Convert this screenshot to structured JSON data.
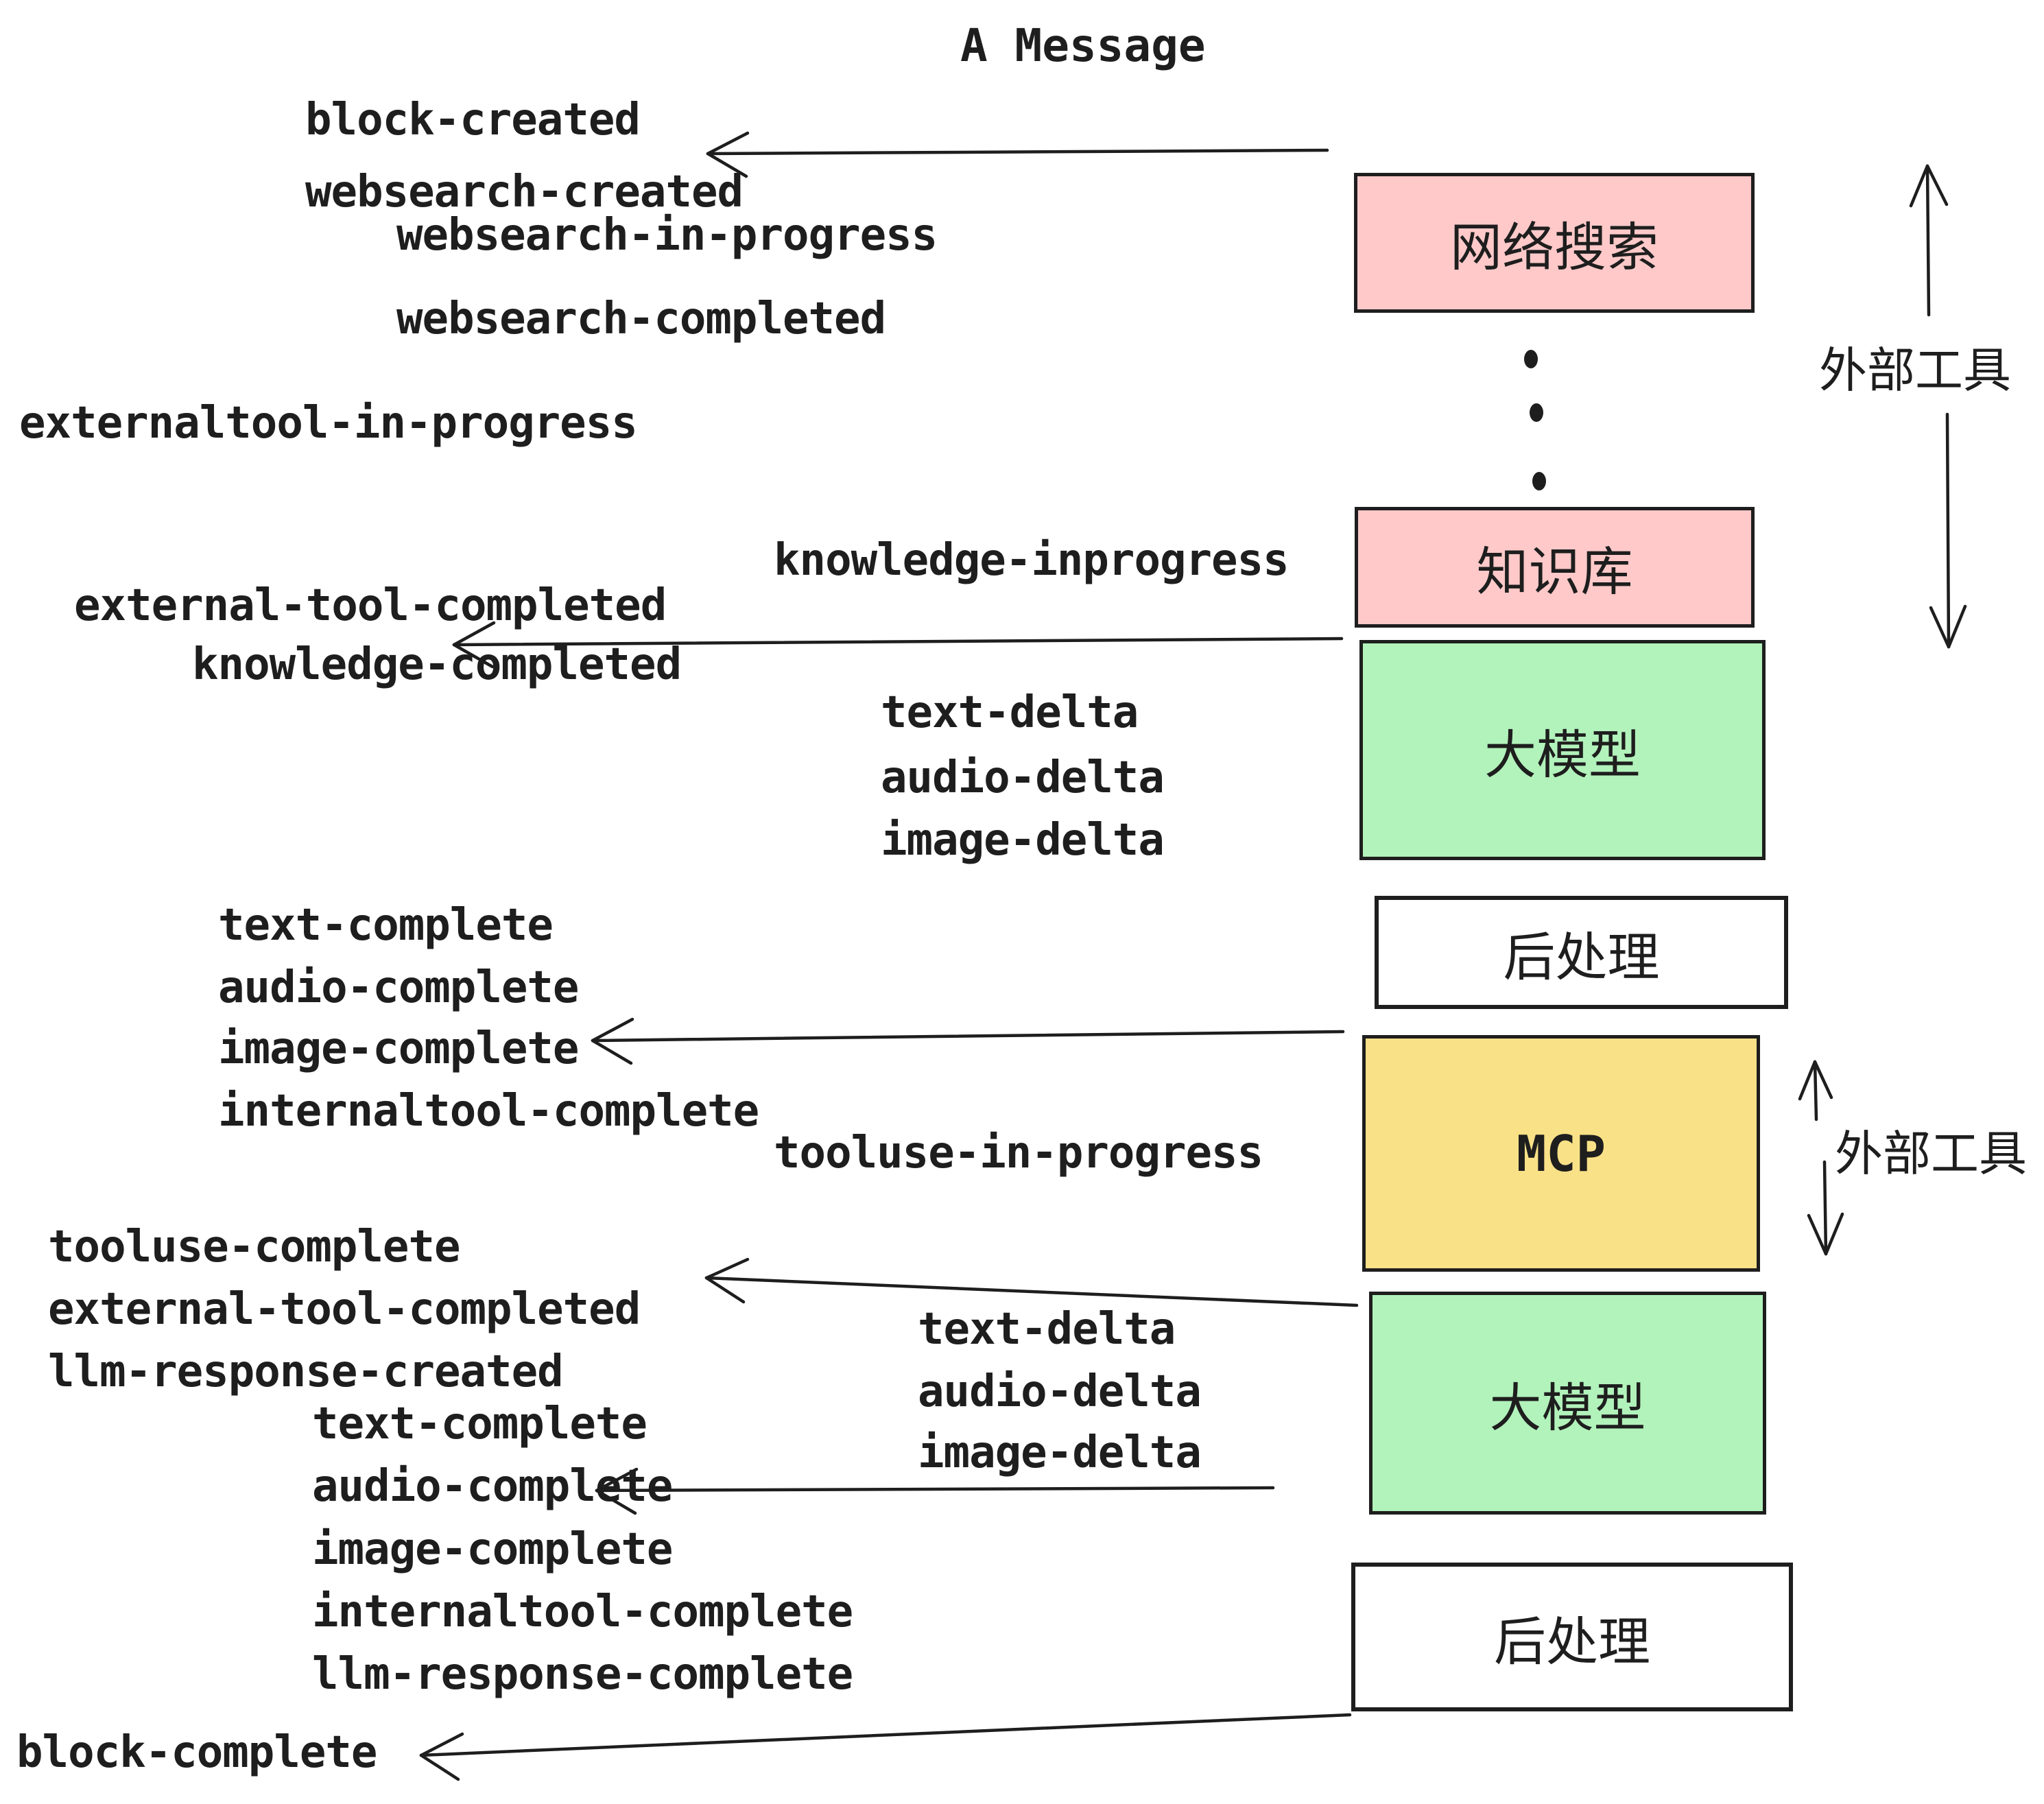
{
  "title": "A Message",
  "colors": {
    "pink": "#ffc9c9",
    "green": "#b2f2bb",
    "yellow": "#f9e187",
    "white": "#ffffff",
    "stroke": "#1e1e1e"
  },
  "boxes": [
    {
      "id": "websearch",
      "label": "网络搜索",
      "color": "pink"
    },
    {
      "id": "knowledge",
      "label": "知识库",
      "color": "pink"
    },
    {
      "id": "llm-1",
      "label": "大模型",
      "color": "green"
    },
    {
      "id": "postprocess-1",
      "label": "后处理",
      "color": "white"
    },
    {
      "id": "mcp",
      "label": "MCP",
      "color": "yellow"
    },
    {
      "id": "llm-2",
      "label": "大模型",
      "color": "green"
    },
    {
      "id": "postprocess-2",
      "label": "后处理",
      "color": "white"
    }
  ],
  "events": [
    {
      "text": "block-created"
    },
    {
      "text": "websearch-created"
    },
    {
      "text": "websearch-in-progress"
    },
    {
      "text": "websearch-completed"
    },
    {
      "text": "externaltool-in-progress"
    },
    {
      "text": "knowledge-inprogress"
    },
    {
      "text": "external-tool-completed"
    },
    {
      "text": "knowledge-completed"
    },
    {
      "text": "text-delta"
    },
    {
      "text": "audio-delta"
    },
    {
      "text": "image-delta"
    },
    {
      "text": "text-complete"
    },
    {
      "text": "audio-complete"
    },
    {
      "text": "image-complete"
    },
    {
      "text": "internaltool-complete"
    },
    {
      "text": "tooluse-in-progress"
    },
    {
      "text": "tooluse-complete"
    },
    {
      "text": "external-tool-completed"
    },
    {
      "text": "llm-response-created"
    },
    {
      "text": "text-complete"
    },
    {
      "text": "audio-complete"
    },
    {
      "text": "image-complete"
    },
    {
      "text": "internaltool-complete"
    },
    {
      "text": "llm-response-complete"
    },
    {
      "text": "block-complete"
    },
    {
      "text": "text-delta"
    },
    {
      "text": "audio-delta"
    },
    {
      "text": "image-delta"
    }
  ],
  "side_labels": [
    {
      "text": "外部工具"
    },
    {
      "text": "外部工具"
    }
  ],
  "ellipsis_dot_count": 3
}
